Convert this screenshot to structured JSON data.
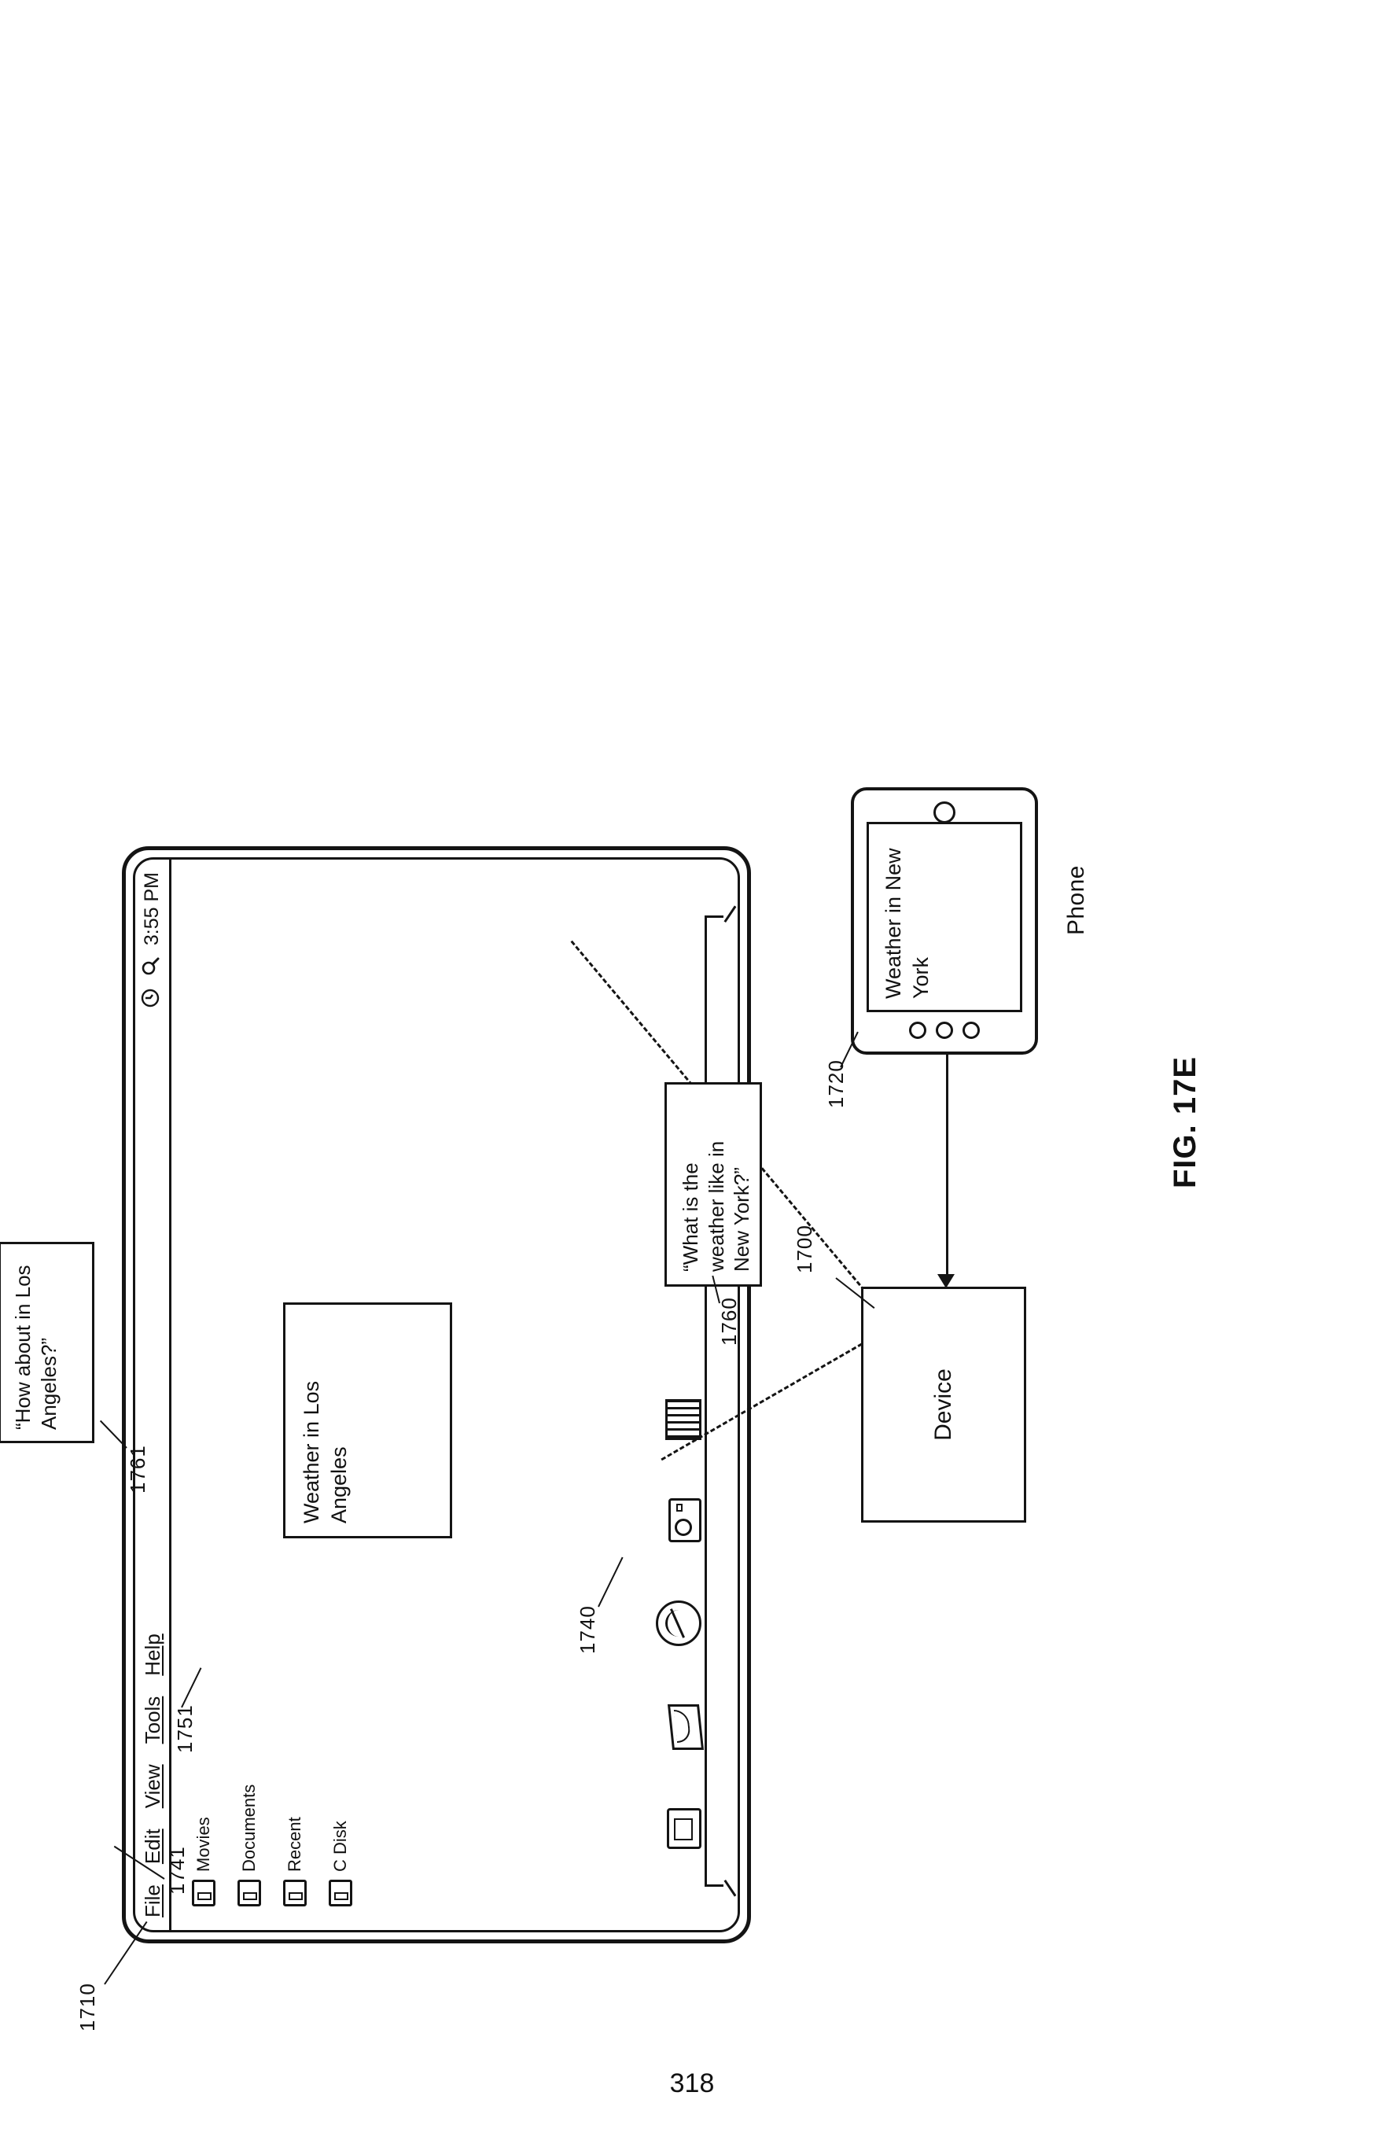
{
  "page": {
    "number": "318",
    "figure_caption": "FIG. 17E"
  },
  "window": {
    "ref": "1710",
    "menubar": {
      "ref": "1741",
      "items": [
        {
          "label": "File"
        },
        {
          "label": "Edit"
        },
        {
          "label": "View"
        },
        {
          "label": "Tools"
        },
        {
          "label": "Help"
        }
      ],
      "clock": "3:55 PM",
      "icons": [
        {
          "name": "search-icon",
          "glyph": "⌕"
        },
        {
          "name": "clock-icon",
          "glyph": "◴"
        }
      ]
    },
    "desktop_icons": [
      {
        "label": "Movies",
        "icon": "folder-icon"
      },
      {
        "label": "Documents",
        "icon": "folder-icon"
      },
      {
        "label": "Recent",
        "icon": "folder-icon"
      },
      {
        "label": "C Disk",
        "icon": "disk-icon"
      }
    ],
    "weather_card": {
      "ref": "1751",
      "title": "Weather in Los Angeles"
    },
    "quote_bubble": {
      "ref": "1761",
      "text": "“How about in Los Angeles?”"
    },
    "dock": {
      "ref": "1740",
      "items": [
        {
          "name": "finder-icon"
        },
        {
          "name": "mail-icon"
        },
        {
          "name": "compass-icon"
        },
        {
          "name": "camera-icon"
        },
        {
          "name": "calculator-icon"
        }
      ]
    }
  },
  "device": {
    "ref": "1700",
    "label": "Device"
  },
  "phone": {
    "ref": "1720",
    "label": "Phone",
    "screen_text": "Weather in New York",
    "quote_bubble": {
      "ref": "1760",
      "text": "“What is the weather like in New York?”"
    }
  },
  "refs": {
    "r1700": "1700",
    "r1710": "1710",
    "r1720": "1720",
    "r1740": "1740",
    "r1741": "1741",
    "r1751": "1751",
    "r1760": "1760",
    "r1761": "1761"
  }
}
